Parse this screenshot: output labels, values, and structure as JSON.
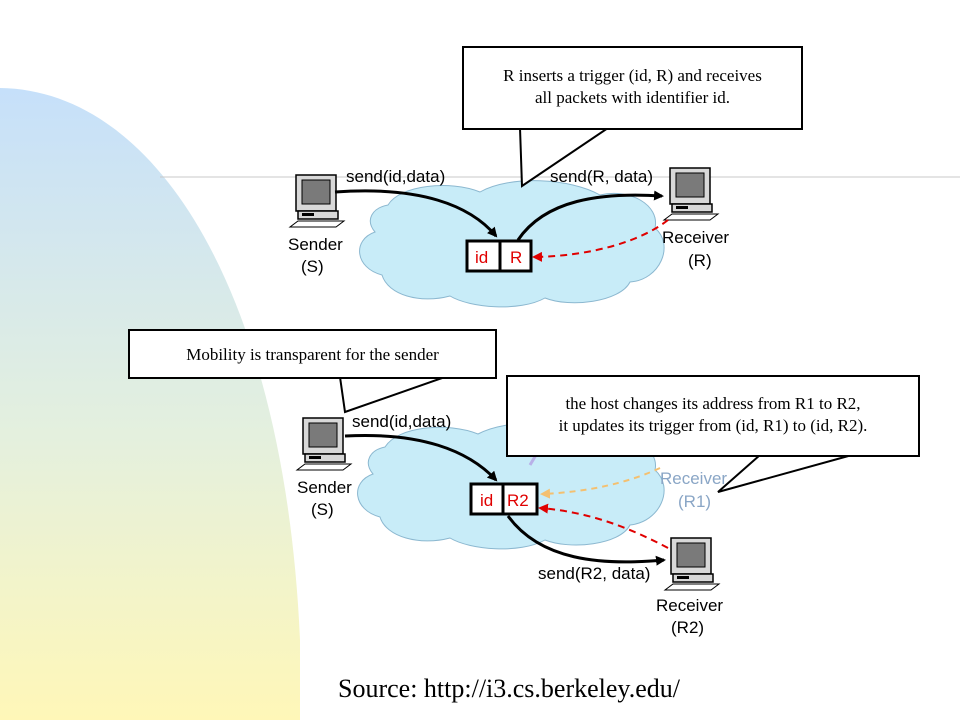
{
  "callouts": {
    "top": {
      "line1": "R inserts a trigger (id, R) and receives",
      "line2": "all packets with identifier id."
    },
    "mobility": {
      "text": "Mobility is transparent for the sender"
    },
    "host": {
      "line1": "the host changes its address from R1 to R2,",
      "line2": "it updates its trigger from (id, R1) to (id, R2)."
    }
  },
  "top_diagram": {
    "send_label_left": "send(id,data)",
    "send_label_right": "send(R, data)",
    "sender_label": "Sender",
    "sender_sub": "(S)",
    "receiver_label": "Receiver",
    "receiver_sub": "(R)",
    "trigger_id": "id",
    "trigger_addr": "R"
  },
  "bottom_diagram": {
    "send_label_left": "send(id,data)",
    "send_label_bottom": "send(R2, data)",
    "sender_label": "Sender",
    "sender_sub": "(S)",
    "old_receiver_label": "Receiver",
    "old_receiver_sub": "(R1)",
    "new_receiver_label": "Receiver",
    "new_receiver_sub": "(R2)",
    "trigger_id": "id",
    "trigger_addr": "R2"
  },
  "source": "Source: http://i3.cs.berkeley.edu/",
  "colors": {
    "cloud": "#c8ecf8",
    "left_panel": "#fff8c2",
    "left_panel_top": "#c8e2f8",
    "trigger_text": "#e00000",
    "dashed_arrow": "#e00000",
    "faded_arrow": "#f4c070"
  }
}
